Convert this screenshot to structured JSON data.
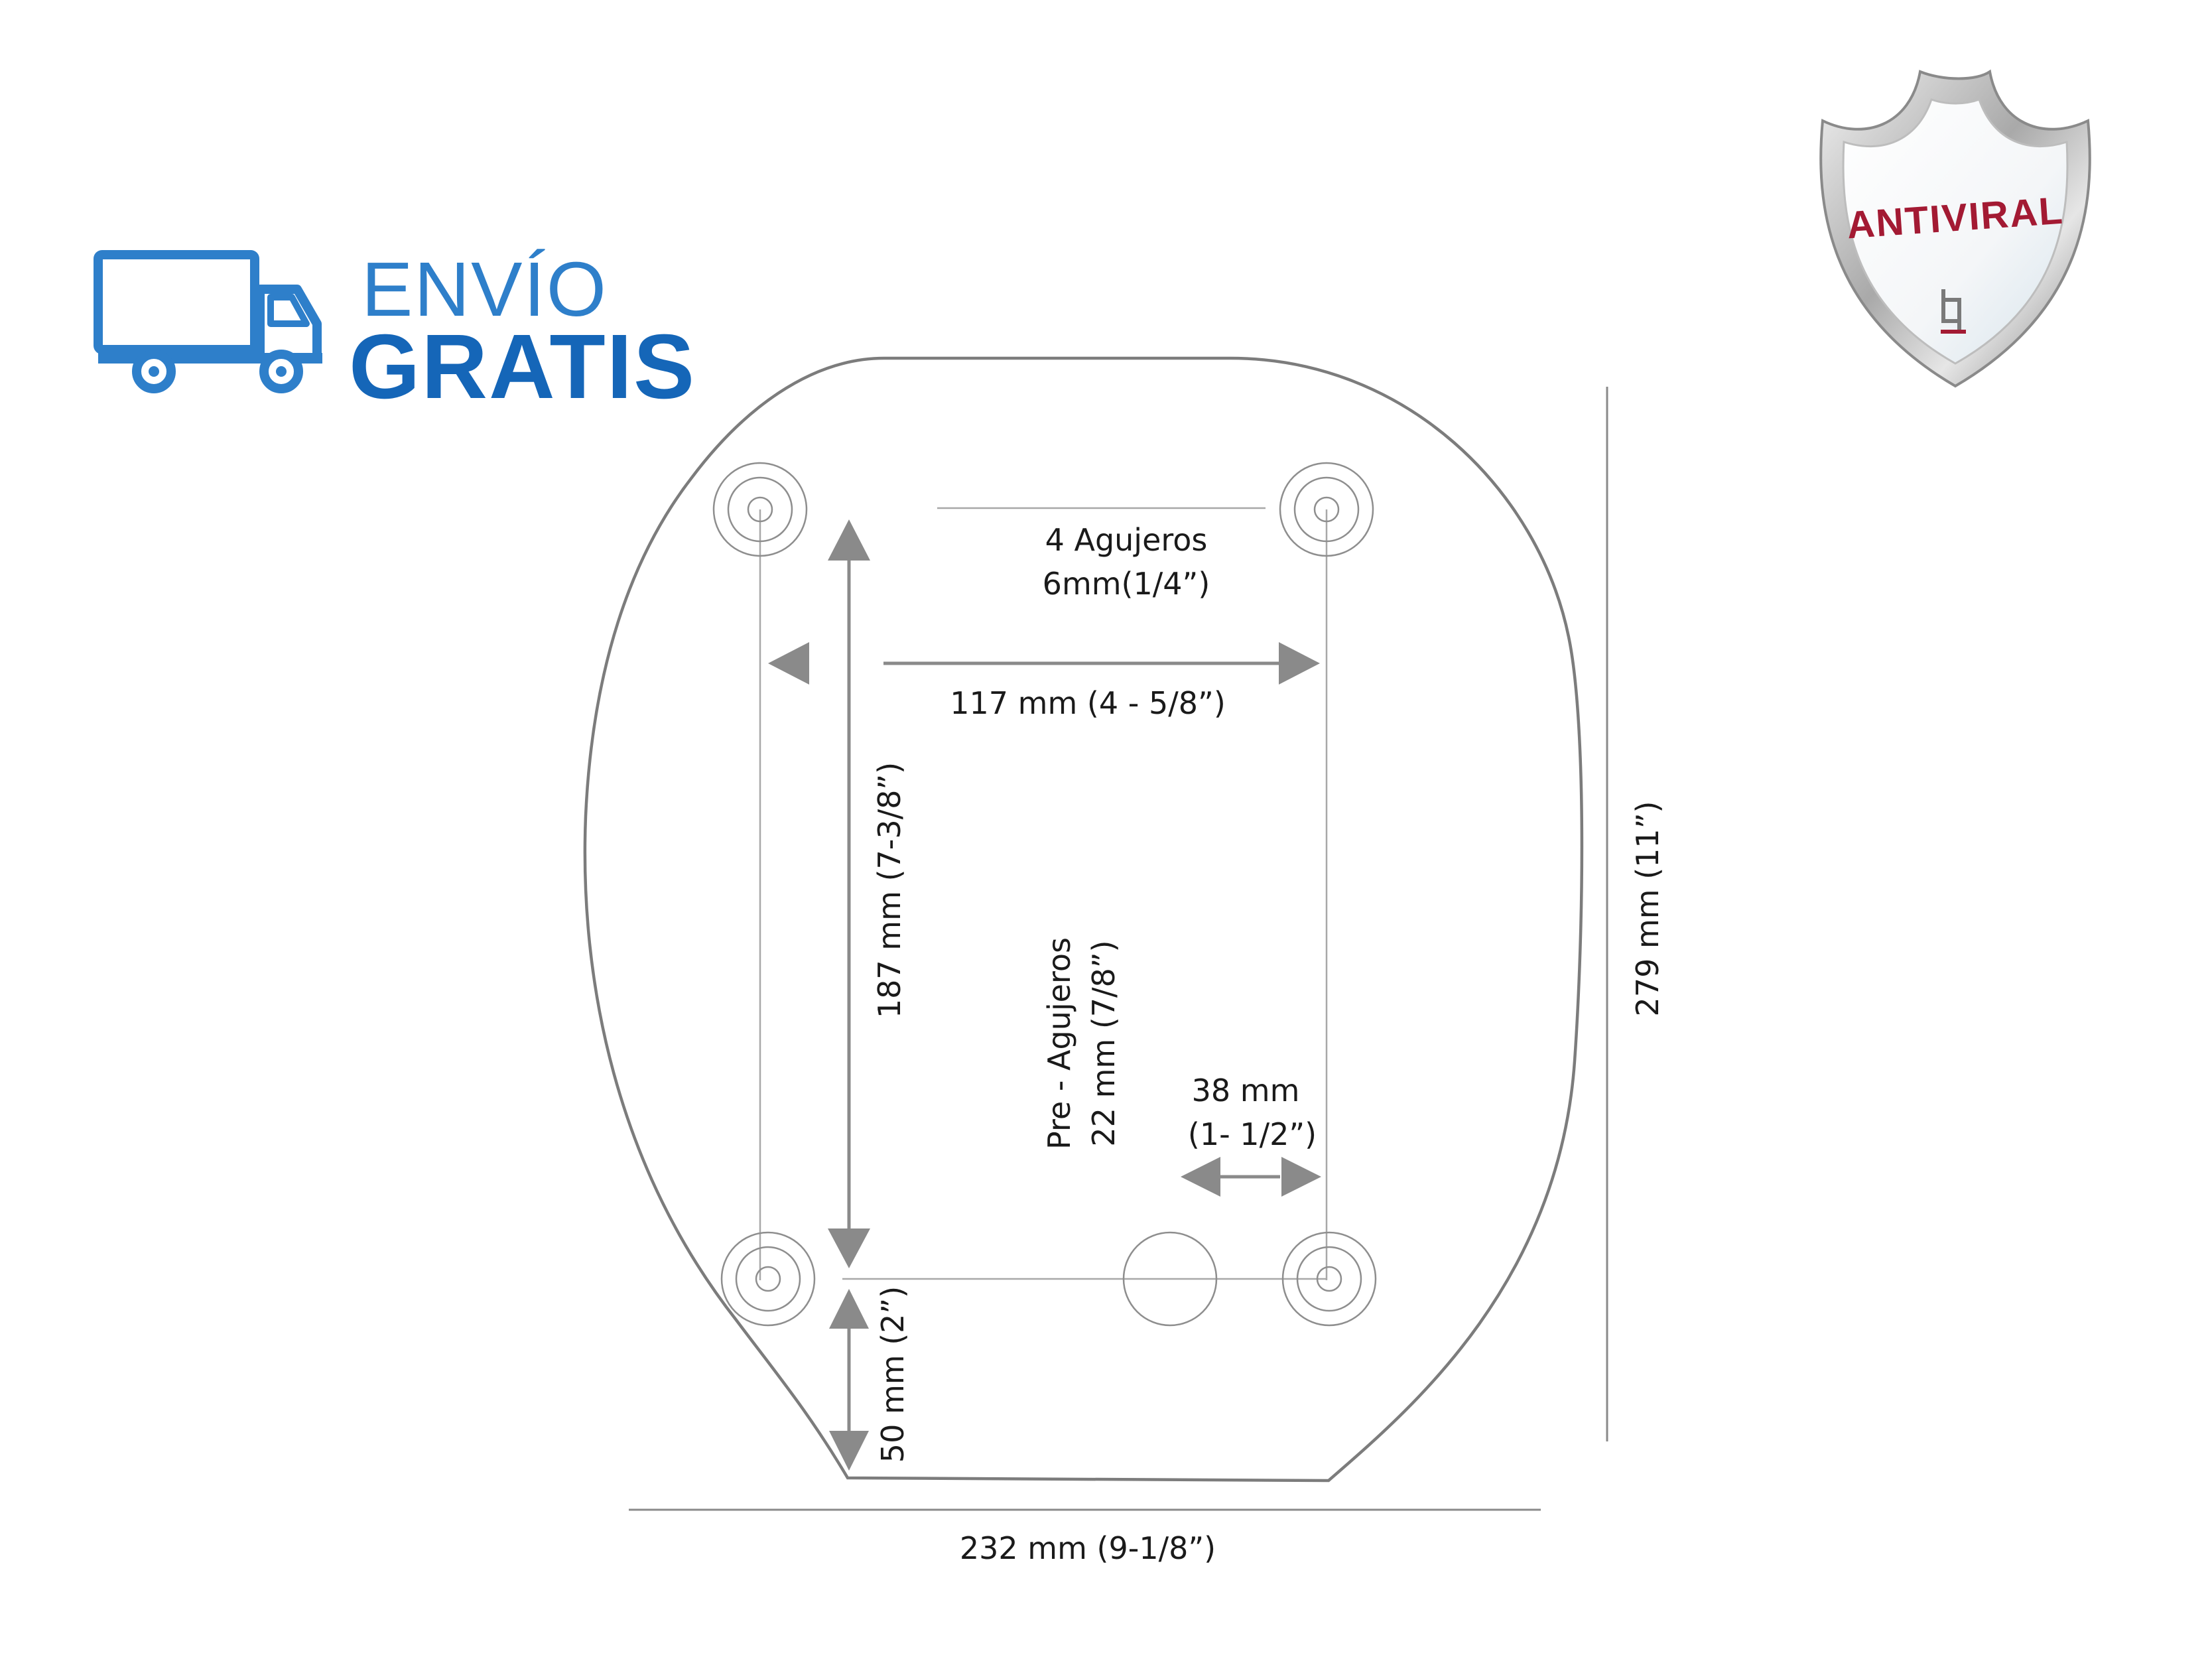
{
  "badge_shipping": {
    "line1": "ENVÍO",
    "line2": "GRATIS",
    "icon": "truck-icon",
    "color": "#2e7fca"
  },
  "badge_antiviral": {
    "label": "ANTIVIRAL",
    "icon": "shield-icon",
    "color": "#a31a33"
  },
  "labels": {
    "holes_line1": "4 Agujeros",
    "holes_line2": "6mm(1/4”)",
    "horizontal_spacing": "117 mm (4 - 5/8”)",
    "vertical_spacing": "187 mm (7-3/8”)",
    "prehole_line1": "Pre - Agujeros",
    "prehole_line2": "22 mm (7/8”)",
    "offset_line1": "38 mm",
    "offset_line2": "(1- 1/2”)",
    "bottom_margin": "50 mm (2”)",
    "total_width": "232 mm (9-1/8”)",
    "total_height": "279 mm (11”)"
  }
}
